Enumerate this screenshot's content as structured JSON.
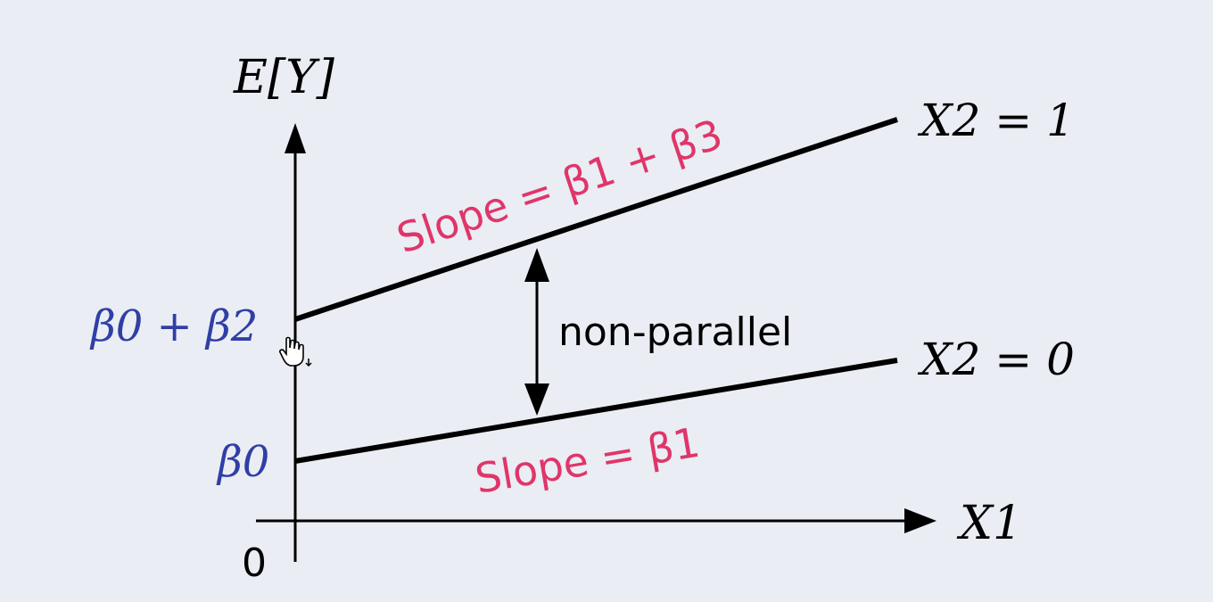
{
  "colors": {
    "background": "#eaedf3",
    "axis": "#000000",
    "line": "#000000",
    "slope_label": "#e0356a",
    "intercept_label": "#2f3fa6"
  },
  "labels": {
    "y_axis": "E[Y]",
    "x_axis": "X1",
    "origin": "0",
    "line_upper": "X2 = 1",
    "line_lower": "X2 = 0",
    "intercept_upper": "β0 + β2",
    "intercept_lower": "β0",
    "slope_upper": "Slope = β1 + β3",
    "slope_lower": "Slope = β1",
    "gap_annotation": "non-parallel"
  },
  "icons": {
    "cursor": "hand-pointer-icon"
  }
}
